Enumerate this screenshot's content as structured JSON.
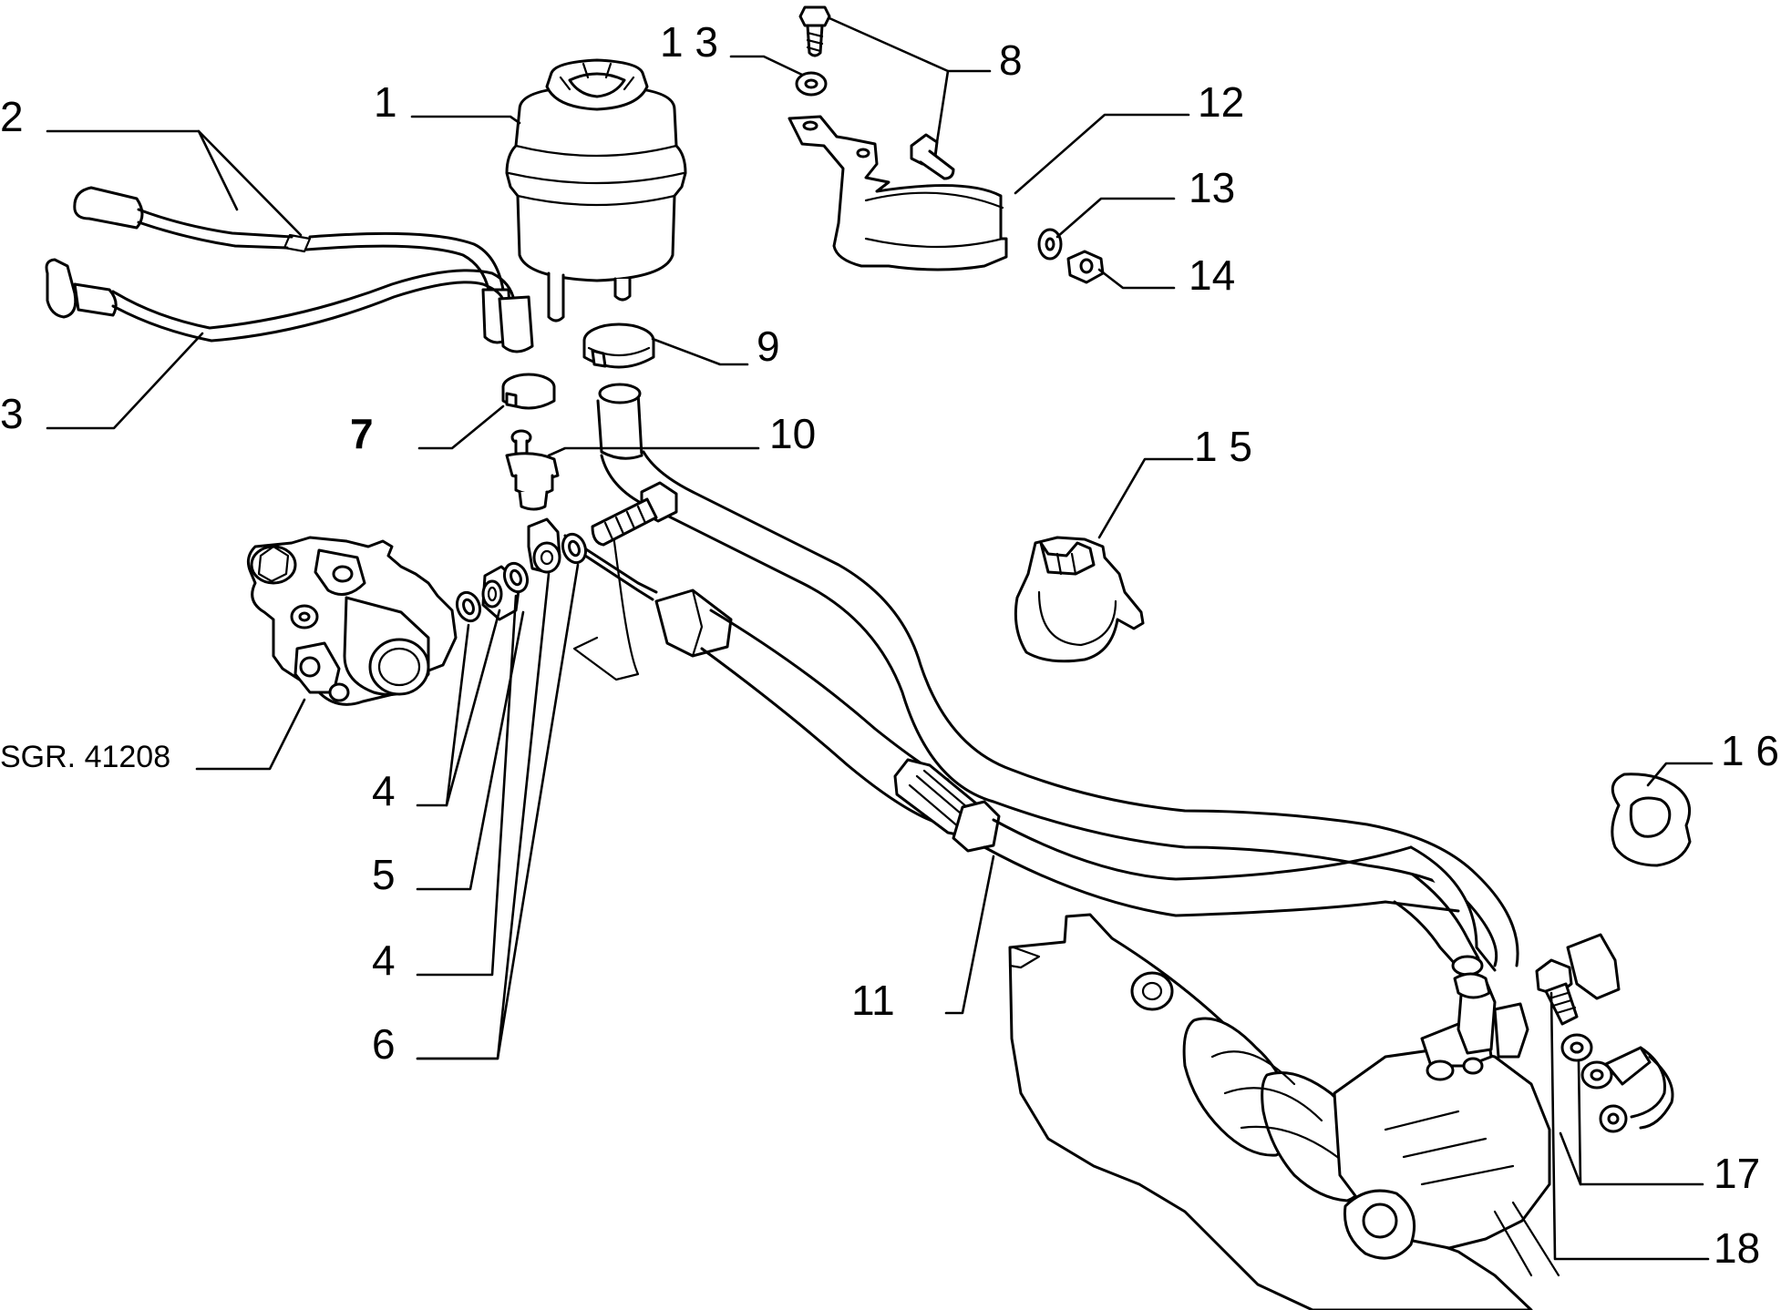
{
  "diagram": {
    "callouts": {
      "c1": "1",
      "c2": "2",
      "c3": "3",
      "c4a": "4",
      "c4b": "4",
      "c5": "5",
      "c6": "6",
      "c7": "7",
      "c8": "8",
      "c9": "9",
      "c10": "10",
      "c11": "11",
      "c12": "12",
      "c13a": "1 3",
      "c13b": "13",
      "c14": "14",
      "c15": "1 5",
      "c16": "1 6",
      "c17": "17",
      "c18": "18"
    },
    "reference": "SGR. 41208"
  }
}
